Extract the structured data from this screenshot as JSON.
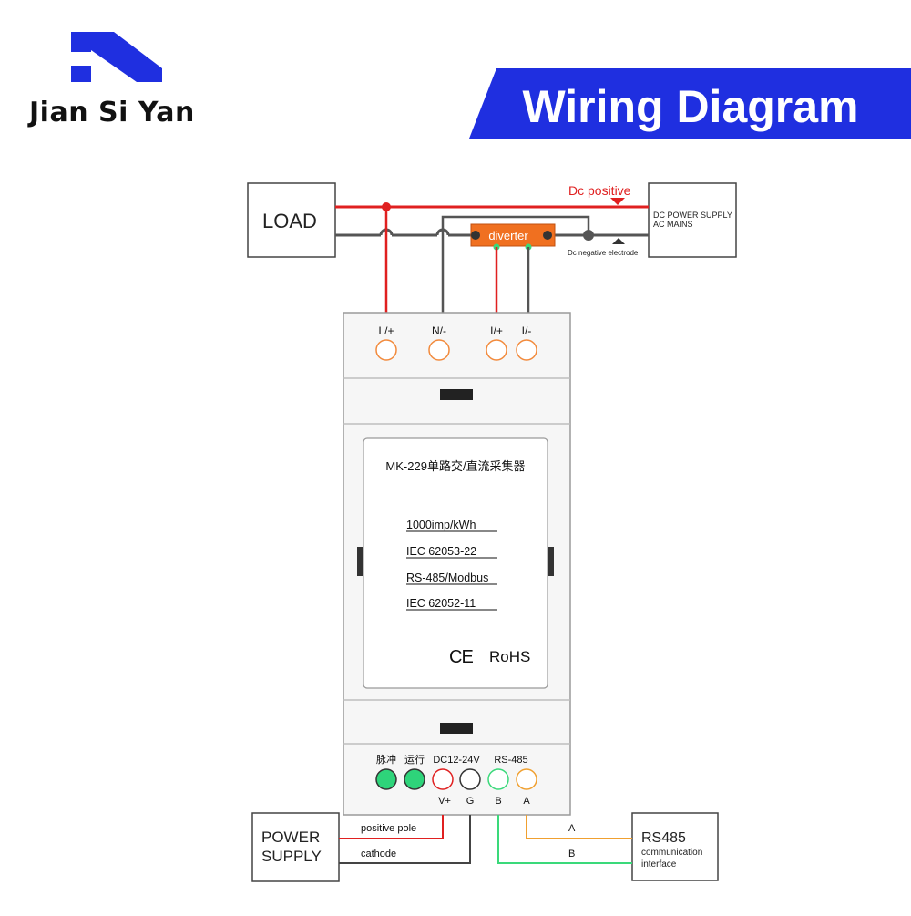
{
  "brand": {
    "name": "Jian Si Yan",
    "accent": "#1f2fe0"
  },
  "banner": {
    "title": "Wiring Diagram",
    "color": "#1f2fe0"
  },
  "top_boxes": {
    "load": "LOAD",
    "dc_positive": "Dc positive",
    "supply_line1": "DC POWER SUPPLY",
    "supply_line2": "AC MAINS",
    "diverter": "diverter",
    "dc_negative": "Dc negative electrode"
  },
  "device": {
    "top_terminals": [
      "L/+",
      "N/-",
      "I/+",
      "I/-"
    ],
    "label": {
      "model": "MK-229单路交/直流采集器",
      "specs": [
        "1000imp/kWh",
        "IEC  62053-22",
        "RS-485/Modbus",
        "IEC  62052-11"
      ],
      "ce": "CE",
      "rohs": "RoHS"
    },
    "bottom_headers": [
      "脉冲",
      "运行",
      "DC12-24V",
      "RS-485"
    ],
    "bottom_terminals": [
      "V+",
      "G",
      "B",
      "A"
    ]
  },
  "power_supply": {
    "line1": "POWER",
    "line2": "SUPPLY",
    "positive": "positive pole",
    "cathode": "cathode"
  },
  "rs485": {
    "title": "RS485",
    "line1": "communication",
    "line2": "interface",
    "a": "A",
    "b": "B"
  },
  "colors": {
    "red": "#e02020",
    "dark": "#555555",
    "green": "#3ad97a",
    "orange": "#f0a030",
    "diverter": "#f07020",
    "terminal_orange": "#f28a3c"
  }
}
